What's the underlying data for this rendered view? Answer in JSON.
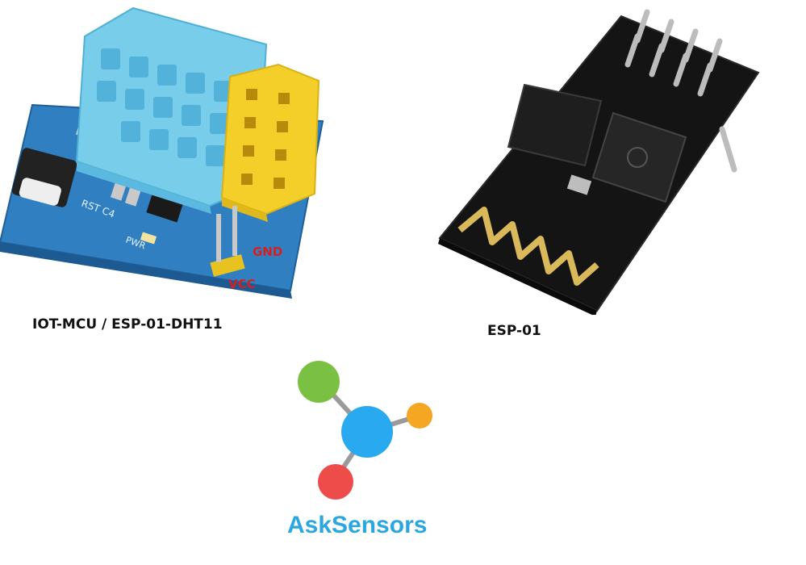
{
  "captions": {
    "left_module": "IOT-MCU / ESP-01-DHT11",
    "right_module": "ESP-01"
  },
  "pin_labels": {
    "gnd": "GND",
    "vcc": "VCC"
  },
  "brand": {
    "name": "AskSensors"
  },
  "colors": {
    "pcb_blue": "#2f7fc1",
    "sensor_cyan": "#78cdea",
    "header_yellow": "#f4cf2a",
    "pin_label_red": "#d81f1f",
    "brand_blue": "#2aa7e0",
    "logo_green": "#7ac143",
    "logo_orange": "#f5a623",
    "logo_red": "#ee4b4b",
    "logo_blue": "#29a9f0"
  }
}
